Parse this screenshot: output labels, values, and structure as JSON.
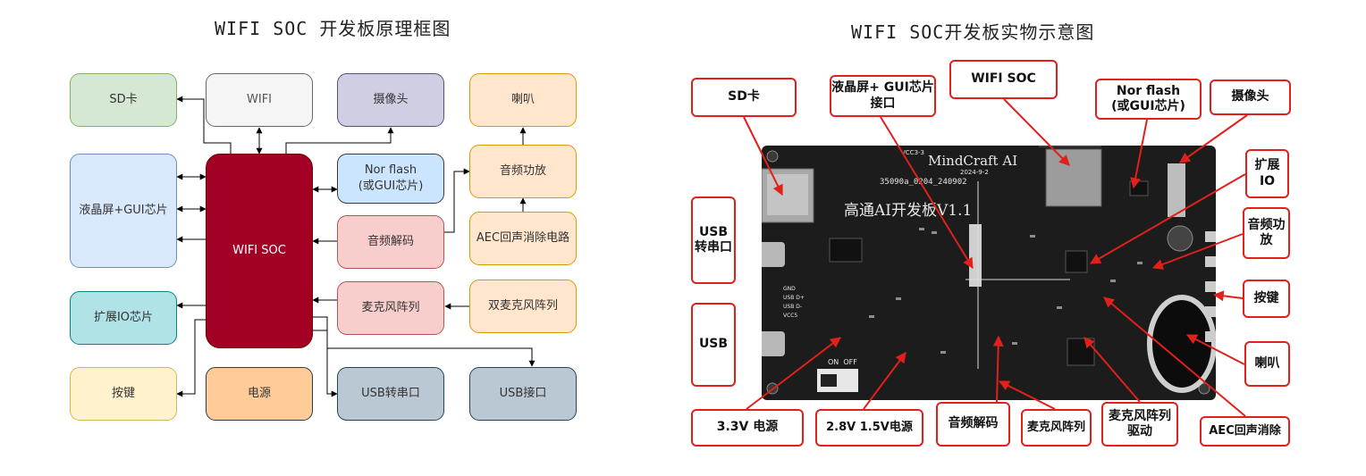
{
  "titles": {
    "left": "WIFI SOC 开发板原理框图",
    "right": "WIFI SOC开发板实物示意图"
  },
  "diagram": {
    "sd_card": "SD卡",
    "wifi": "WIFI",
    "camera": "摄像头",
    "speaker": "喇叭",
    "lcd": "液晶屏+GUI芯片",
    "soc": "WIFI SOC",
    "nor_flash_line1": "Nor flash",
    "nor_flash_line2": "(或GUI芯片)",
    "audio_amp": "音频功放",
    "audio_codec": "音频解码",
    "aec": "AEC回声消除电路",
    "io_expander": "扩展IO芯片",
    "mic_array": "麦克风阵列",
    "dual_mic": "双麦克风阵列",
    "buttons": "按键",
    "power": "电源",
    "usb_serial": "USB转串口",
    "usb_port": "USB接口"
  },
  "photo": {
    "silk_brand": "MindCraft AI",
    "silk_date": "2024-9-2",
    "silk_serial": "35090a_0204_240902",
    "silk_board": "高通AI开发板V1.1",
    "silk_pins": [
      "GND",
      "USB D+",
      "USB D-",
      "VCC5"
    ],
    "silk_switch": "ON  OFF",
    "silk_vcc": "VCC3-3"
  },
  "callouts": {
    "sd_card": "SD卡",
    "lcd_gui": [
      "液晶屏+ GUI芯片",
      "接口"
    ],
    "wifi_soc": "WIFI SOC",
    "nor_flash": [
      "Nor flash",
      "(或GUI芯片)"
    ],
    "camera": "摄像头",
    "io_ext": [
      "扩展",
      "IO"
    ],
    "usb_serial": [
      "USB",
      "转串口"
    ],
    "audio_amp": [
      "音频功",
      "放"
    ],
    "buttons": "按键",
    "usb": "USB",
    "speaker": "喇叭",
    "power_33": "3.3V 电源",
    "power_28": "2.8V 1.5V电源",
    "audio_codec": "音频解码",
    "mic_array": "麦克风阵列",
    "mic_driver": [
      "麦克风阵列",
      "驱动"
    ],
    "aec": "AEC回声消除"
  },
  "colors": {
    "soc_fill": "#a20025",
    "callout_border": "#e0201b",
    "pcb": "#1b1c1b"
  }
}
